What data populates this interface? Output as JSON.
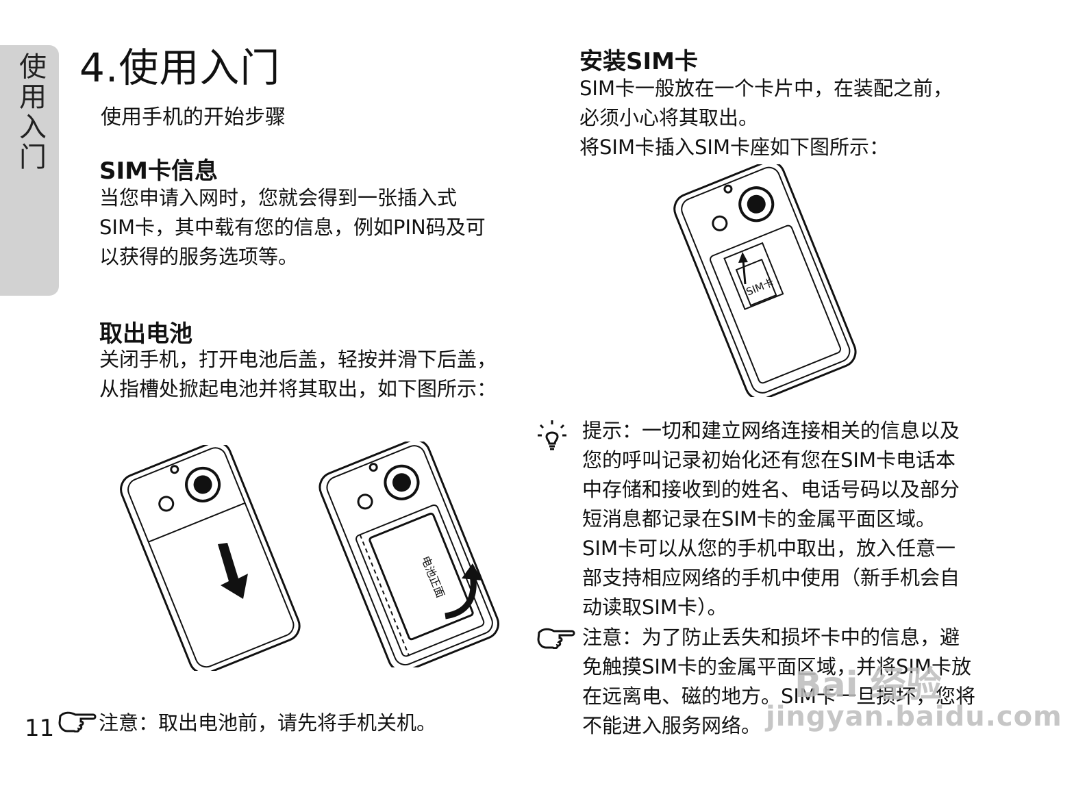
{
  "side_tab": {
    "label": "使用入门"
  },
  "chapter": {
    "title": "4.使用入门",
    "subtitle": "使用手机的开始步骤"
  },
  "sim_info": {
    "heading": "SIM卡信息",
    "lines": [
      "当您申请入网时，您就会得到一张插入式",
      "SIM卡，其中载有您的信息，例如PIN码及可",
      "以获得的服务选项等。"
    ]
  },
  "battery": {
    "heading": "取出电池",
    "lines": [
      "关闭手机，打开电池后盖，轻按并滑下后盖，",
      "从指槽处掀起电池并将其取出，如下图所示："
    ],
    "battery_label": "电池正面"
  },
  "install_sim": {
    "heading": "安装SIM卡",
    "lines": [
      "SIM卡一般放在一个卡片中，在装配之前，",
      "必须小心将其取出。",
      "将SIM卡插入SIM卡座如下图所示："
    ],
    "sim_label": "SIM卡"
  },
  "tip": {
    "lines": [
      "提示：一切和建立网络连接相关的信息以及",
      "您的呼叫记录初始化还有您在SIM卡电话本",
      "中存储和接收到的姓名、电话号码以及部分",
      "短消息都记录在SIM卡的金属平面区域。",
      "SIM卡可以从您的手机中取出，放入任意一",
      "部支持相应网络的手机中使用（新手机会自",
      "动读取SIM卡）。"
    ],
    "icon": "lightbulb-icon"
  },
  "note_right": {
    "lines": [
      "注意：为了防止丢失和损坏卡中的信息，避",
      "免触摸SIM卡的金属平面区域，并将SIM卡放",
      "在远离电、磁的地方。SIM卡一旦损坏，您将",
      "不能进入服务网络。"
    ],
    "icon": "pointing-hand-icon"
  },
  "note_bottom": {
    "text": "注意：取出电池前，请先将手机关机。",
    "icon": "pointing-hand-icon"
  },
  "page_number": "11",
  "watermark": {
    "line1": "Bai 经验",
    "line2": "jingyan.baidu.com"
  }
}
